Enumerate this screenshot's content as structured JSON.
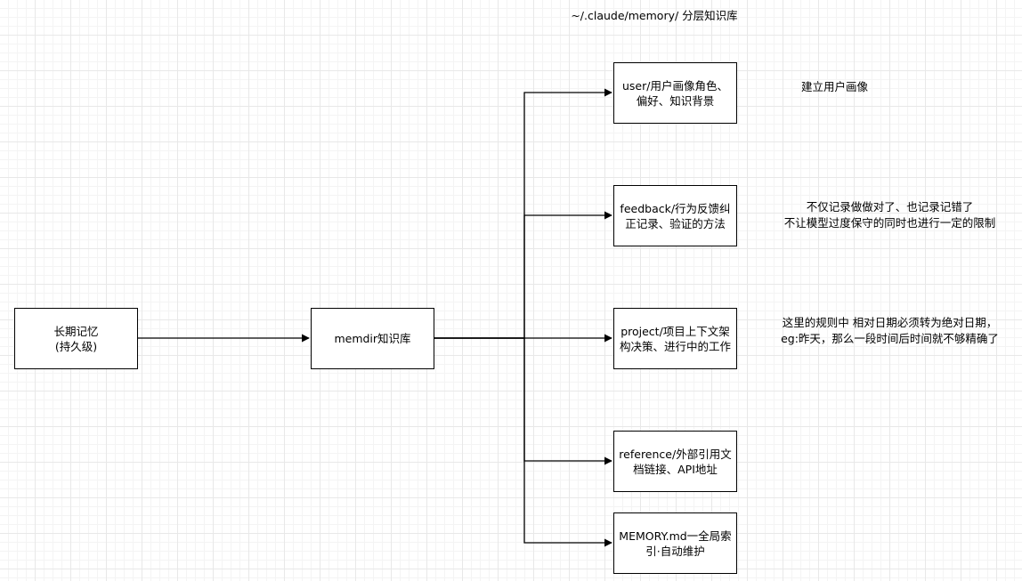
{
  "diagram": {
    "title": "~/.claude/memory/ 分层知识库",
    "nodes": {
      "root": "长期记忆\n(持久级)",
      "hub": "memdir知识库",
      "user": "user/用户画像角色、偏好、知识背景",
      "feedback": "feedback/行为反馈纠正记录、验证的方法",
      "project": "project/项目上下文架构决策、进行中的工作",
      "reference": "reference/外部引用文档链接、API地址",
      "memory": "MEMORY.md一全局索引·自动维护"
    },
    "notes": {
      "user": "建立用户画像",
      "feedback": "不仅记录做做对了、也记录记错了\n不让模型过度保守的同时也进行一定的限制",
      "project": "这里的规则中 相对日期必须转为绝对日期，\neg:昨天，那么一段时间后时间就不够精确了"
    },
    "colors": {
      "line": "#000000",
      "node_fill": "#ffffff",
      "grid": "#e8e8e8"
    }
  }
}
